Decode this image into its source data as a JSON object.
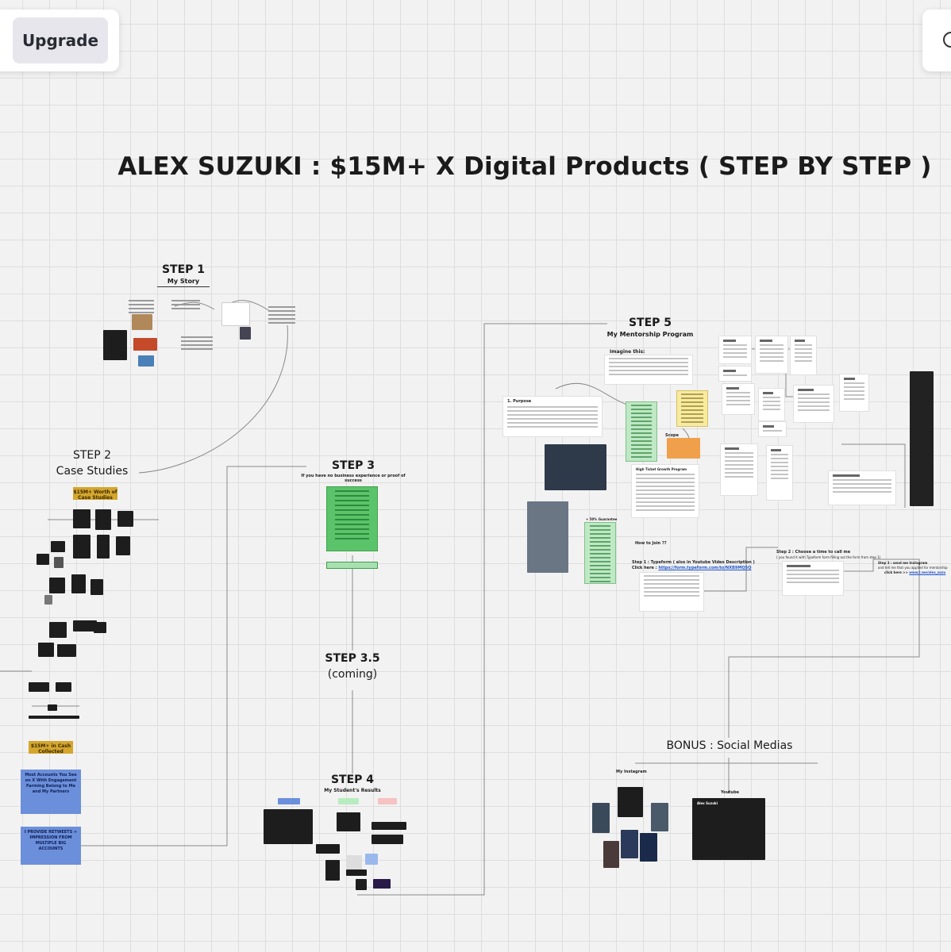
{
  "toolbar": {
    "upgrade_label": "Upgrade"
  },
  "board": {
    "title": "ALEX SUZUKI : $15M+ X Digital Products ( STEP BY STEP )"
  },
  "steps": {
    "step1": {
      "title": "STEP 1",
      "subtitle": "My Story"
    },
    "step2": {
      "title": "STEP 2",
      "subtitle": "Case Studies"
    },
    "step3": {
      "title": "STEP 3",
      "subtitle": "If you have no business experience or proof of success"
    },
    "step35": {
      "title": "STEP 3.5",
      "subtitle": "(coming)"
    },
    "step4": {
      "title": "STEP 4",
      "subtitle": "My Student's Results"
    },
    "step5": {
      "title": "STEP 5",
      "subtitle": "My Mentorship Program"
    },
    "bonus": {
      "title": "BONUS : Social Medias"
    }
  },
  "case_studies": {
    "worth_badge": "$15M+ Worth of Case Studies",
    "cash_badge": "$15M+ in Cash Collected",
    "blue_box_1": "Most Accounts You See on X With Engagement Farming Belong to Me and My Partners",
    "blue_box_2": "I PROVIDE RETWEETS + IMPRESSION FROM MULTIPLE BIG ACCOUNTS"
  },
  "mentorship": {
    "imagine_label": "Imagine this:",
    "purpose_label": "1. Purpose",
    "program_label": "High Ticket Growth Program",
    "scope_label": "Scope",
    "guarantee_label": "+ 50% Guarantee",
    "how_to_join": "How to Join ??",
    "step1_label": "Step 1 : Typeform ( also in Youtube Video Description )",
    "step1_link_prefix": "Click here :",
    "step1_link": "https://form.typeform.com/to/NXB9MQ5Q",
    "step2_label": "Step 2 : Choose a time to call me",
    "step2_sub": "( you found it with Typeform form filling out the form from step 1)",
    "step3_label": "Step 3 : send me Instagram",
    "step3_sub": "and tell me that you applied for mentorship",
    "step3_link_prefix": "click here >>",
    "step3_link": "www.t.me/alex_suzu"
  },
  "social": {
    "instagram_label": "My Instagram",
    "youtube_label": "Youtube",
    "youtube_channel": "Alex Suzuki"
  },
  "colors": {
    "canvas": "#f2f2f2",
    "grid": "#dedede",
    "gold": "#d4a62e",
    "blue": "#6c8fdb",
    "green": "#5bc46a",
    "pale_green": "#bfe8c4",
    "sticky_yellow": "#f7eba0",
    "orange": "#f0a04b"
  },
  "icons": {
    "right_panel": "circle-icon"
  }
}
